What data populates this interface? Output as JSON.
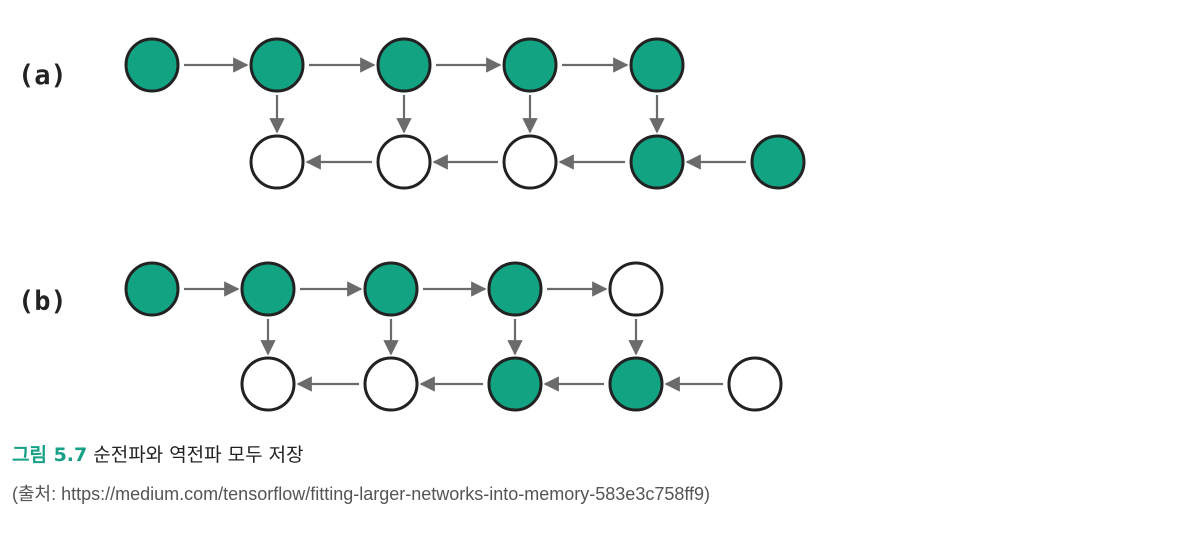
{
  "colors": {
    "filled": "#12a382",
    "empty": "#ffffff",
    "stroke": "#222222",
    "arrow": "#6b6b6b"
  },
  "panels": [
    {
      "label": "(a)",
      "top": [
        "filled",
        "filled",
        "filled",
        "filled",
        "filled"
      ],
      "bottom": [
        "empty",
        "empty",
        "empty",
        "filled",
        "filled"
      ]
    },
    {
      "label": "(b)",
      "top": [
        "filled",
        "filled",
        "filled",
        "filled",
        "empty"
      ],
      "bottom": [
        "empty",
        "empty",
        "filled",
        "filled",
        "empty"
      ]
    }
  ],
  "caption": {
    "figure_number": "그림 5.7",
    "text": "순전파와 역전파 모두 저장"
  },
  "source": "(출처: https://medium.com/tensorflow/fitting-larger-networks-into-memory-583e3c758ff9)"
}
